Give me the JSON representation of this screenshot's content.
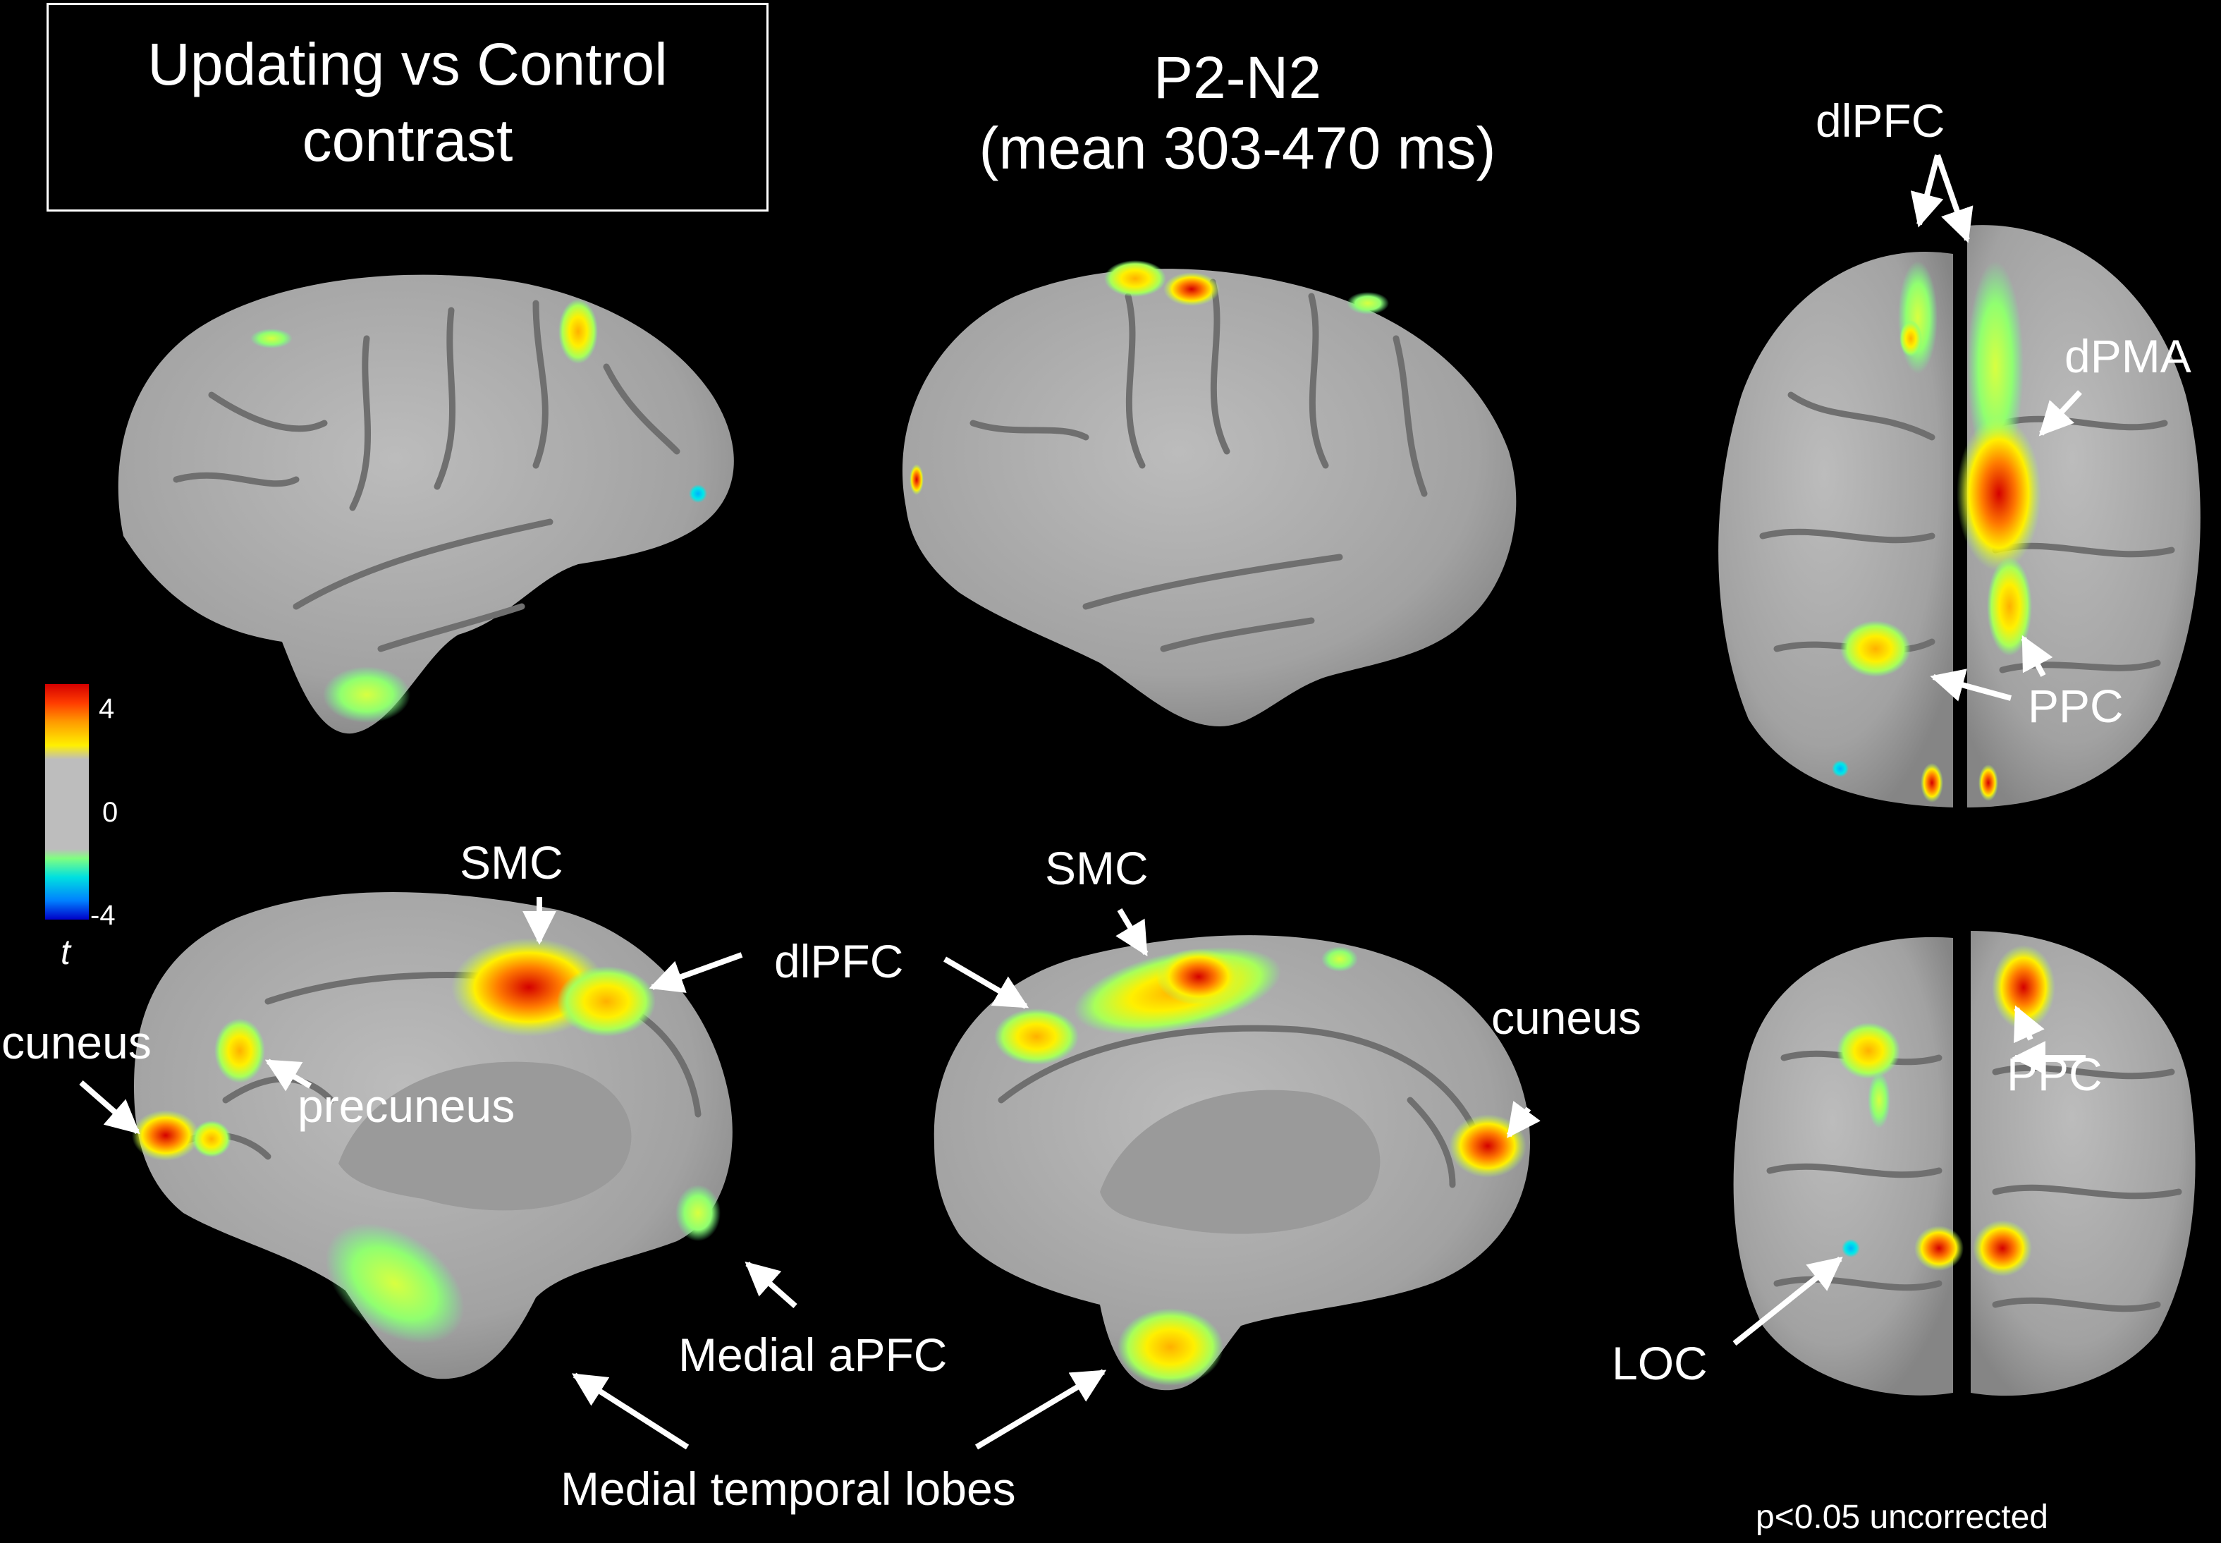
{
  "title_box": {
    "line1": "Updating vs Control",
    "line2": "contrast"
  },
  "header": {
    "line1": "P2-N2",
    "line2": "(mean 303-470 ms)"
  },
  "colorbar": {
    "max_label": "4",
    "mid_label": "0",
    "min_label": "-4",
    "symbol": "t",
    "colors": {
      "max": "#d40000",
      "high": "#fff000",
      "zero": "#bdbdbd",
      "low": "#00e0e0",
      "min": "#0000c8"
    }
  },
  "labels": {
    "dlpfc_top": "dlPFC",
    "dpma": "dPMA",
    "ppc_top": "PPC",
    "smc_left": "SMC",
    "smc_right": "SMC",
    "dlpfc_mid": "dlPFC",
    "cuneus_left": "cuneus",
    "precuneus": "precuneus",
    "cuneus_right": "cuneus",
    "ppc_bottom": "PPC",
    "loc": "LOC",
    "medial_apfc": "Medial aPFC",
    "medial_temporal": "Medial temporal lobes"
  },
  "footnote": "p<0.05 uncorrected",
  "colors": {
    "background": "#000000",
    "brain": "#a9a9a9",
    "sulcus": "#6f6f6f"
  }
}
